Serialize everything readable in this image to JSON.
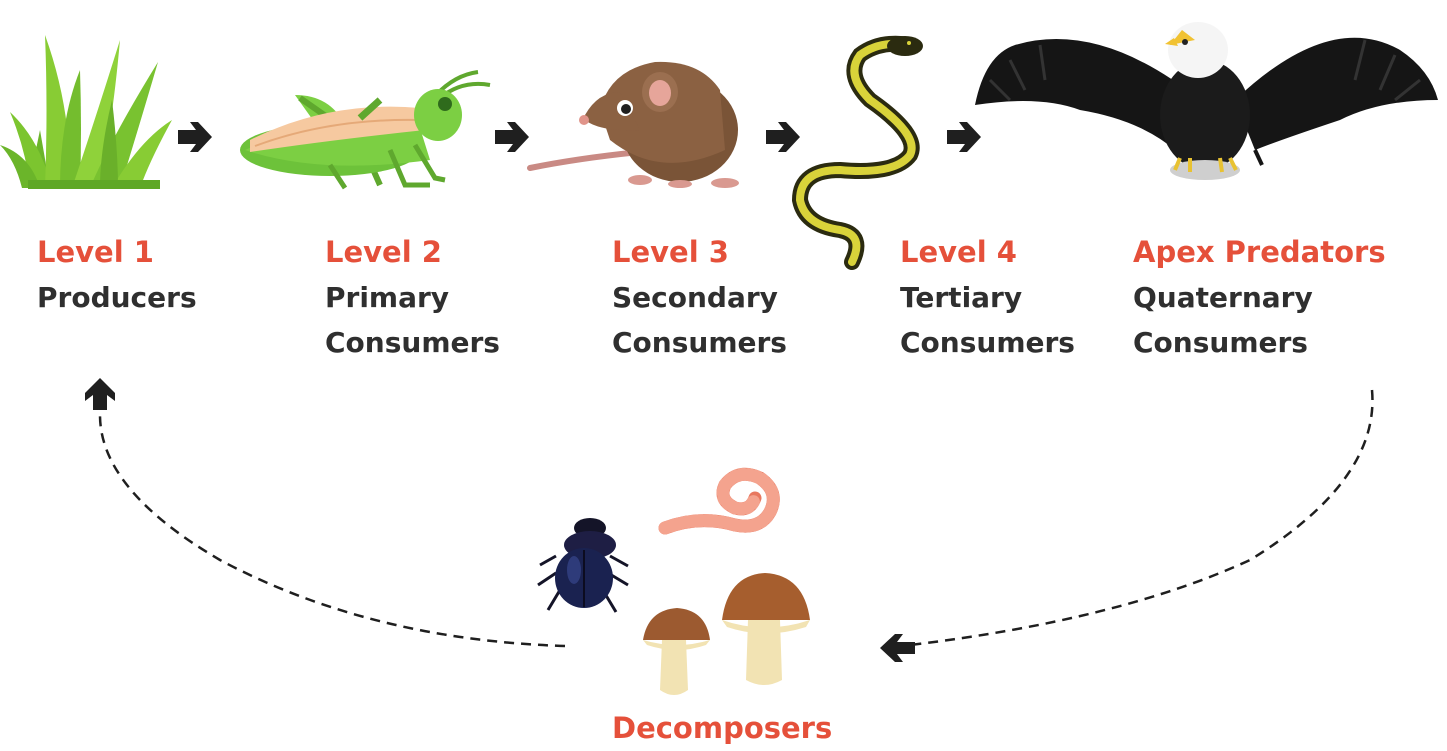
{
  "levels": [
    {
      "title": "Level 1",
      "line1": "Producers",
      "line2": "",
      "icon": "grass-icon"
    },
    {
      "title": "Level 2",
      "line1": "Primary",
      "line2": "Consumers",
      "icon": "grasshopper-icon"
    },
    {
      "title": "Level 3",
      "line1": "Secondary",
      "line2": "Consumers",
      "icon": "mouse-icon"
    },
    {
      "title": "Level 4",
      "line1": "Tertiary",
      "line2": "Consumers",
      "icon": "snake-icon"
    },
    {
      "title": "Apex Predators",
      "line1": "Quaternary",
      "line2": "Consumers",
      "icon": "eagle-icon"
    }
  ],
  "decomposers": {
    "title": "Decomposers",
    "icons": [
      "beetle-icon",
      "worm-icon",
      "mushroom-icon"
    ]
  },
  "colors": {
    "accent": "#e5503a",
    "text": "#2f2f2f",
    "arrow": "#1f1f1f"
  }
}
